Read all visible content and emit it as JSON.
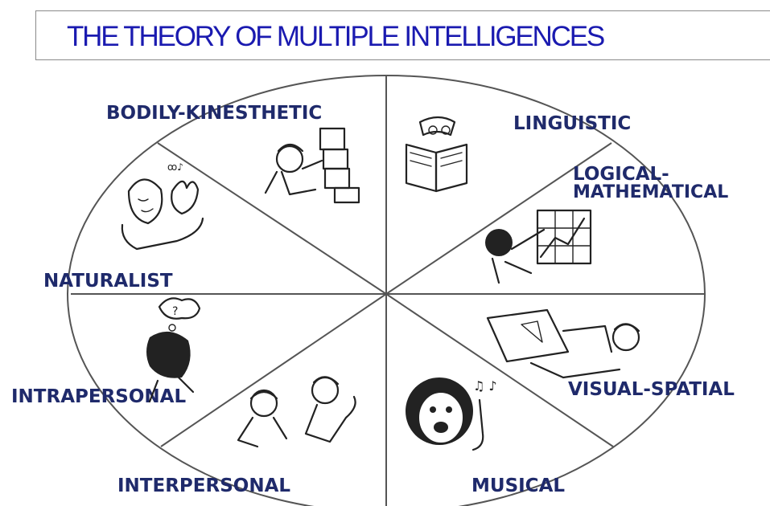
{
  "title": "THE THEORY OF MULTIPLE INTELLIGENCES",
  "segments": {
    "bodily": "BODILY-KINESTHETIC",
    "linguistic": "LINGUISTIC",
    "logical_1": "LOGICAL-",
    "logical_2": "MATHEMATICAL",
    "naturalist": "NATURALIST",
    "visual": "VISUAL-SPATIAL",
    "intrapersonal": "INTRAPERSONAL",
    "interpersonal": "INTERPERSONAL",
    "musical": "MUSICAL"
  },
  "colors": {
    "title": "#1a1ab0",
    "labels": "#1f2a6b",
    "lines": "#222222"
  },
  "icons": [
    "reading-person-icon",
    "blocks-stacker-icon",
    "chart-teacher-icon",
    "nature-lover-icon",
    "drafting-person-icon",
    "thinking-person-icon",
    "singing-person-icon",
    "people-talking-icon"
  ]
}
